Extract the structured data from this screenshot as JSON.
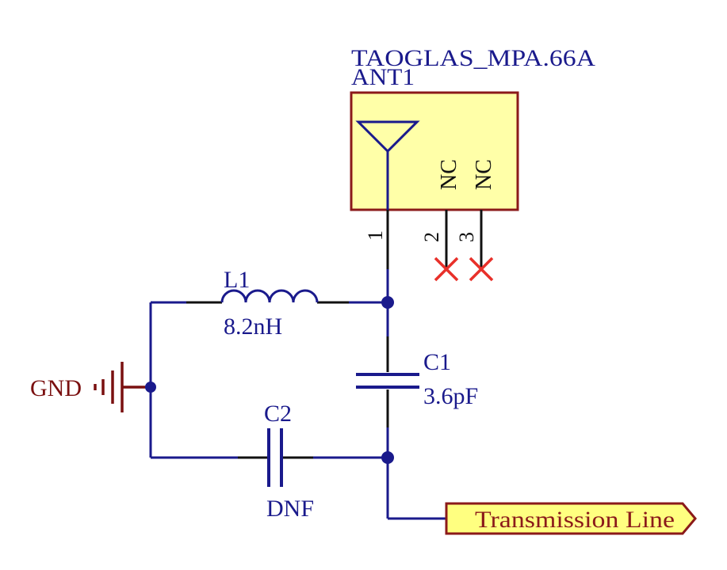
{
  "component": {
    "part_number": "TAOGLAS_MPA.66A",
    "designator": "ANT1",
    "pins": [
      {
        "number": "1"
      },
      {
        "number": "2",
        "label": "NC"
      },
      {
        "number": "3",
        "label": "NC"
      }
    ]
  },
  "inductor": {
    "designator": "L1",
    "value": "8.2nH"
  },
  "capacitor_c1": {
    "designator": "C1",
    "value": "3.6pF"
  },
  "capacitor_c2": {
    "designator": "C2",
    "value": "DNF"
  },
  "power_port": {
    "label": "GND"
  },
  "net_port": {
    "label": "Transmission Line"
  },
  "colors": {
    "wire": "#1a1a8c",
    "component_outline": "#8b1a1a",
    "component_fill": "#ffffa8",
    "pin": "#111111",
    "no_connect": "#e8302a",
    "label_text": "#1a1a8c",
    "gnd": "#7a1010",
    "port_fill": "#ffff80"
  }
}
